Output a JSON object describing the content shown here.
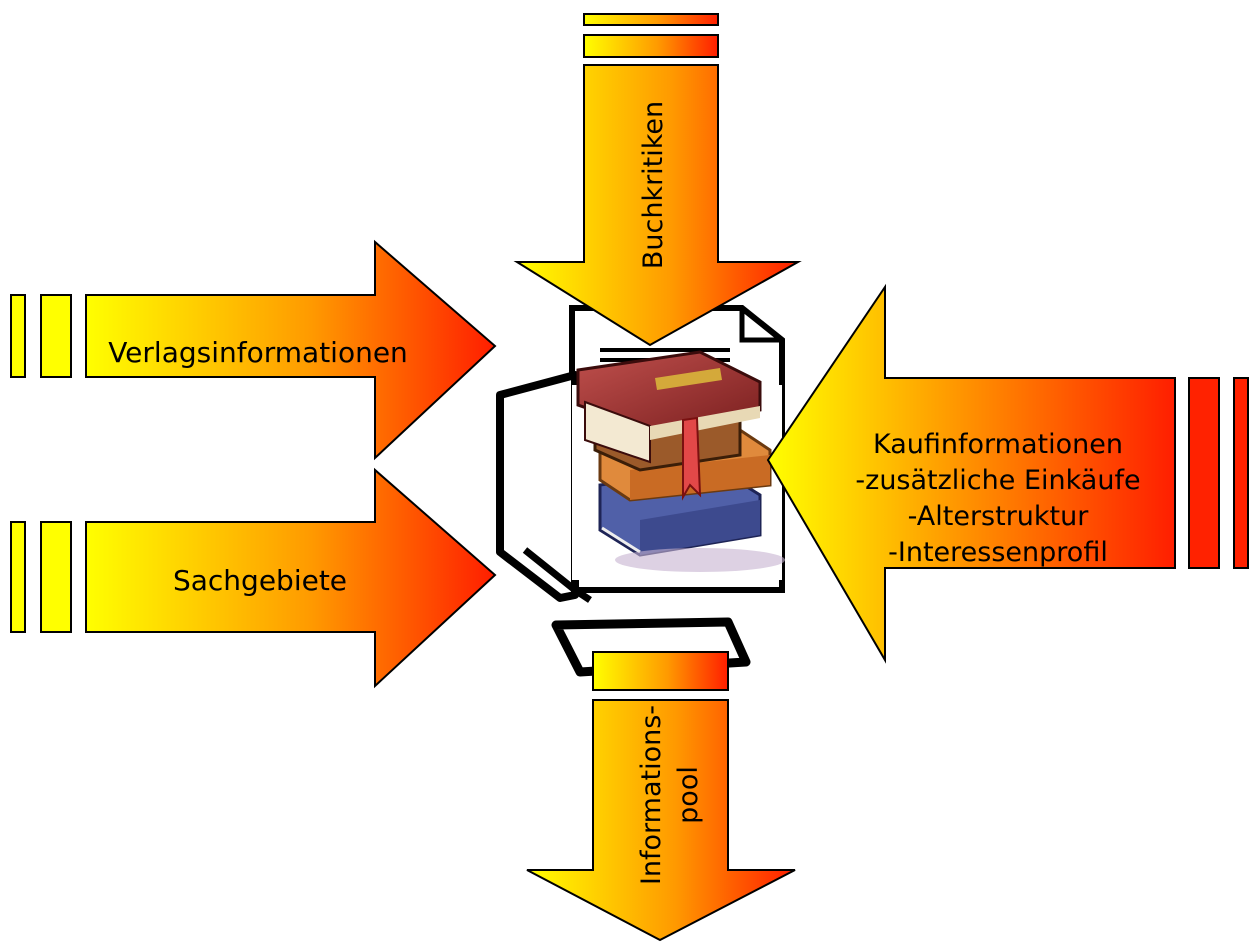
{
  "diagram": {
    "inputs": {
      "verlag": {
        "label": "Verlagsinformationen"
      },
      "sachgebiete": {
        "label": "Sachgebiete"
      },
      "buchkritiken": {
        "label": "Buchkritiken"
      },
      "kauf": {
        "lines": [
          "Kaufinformationen",
          "-zusätzliche Einkäufe",
          "-Alterstruktur",
          "-Interessenprofil"
        ]
      }
    },
    "output": {
      "lines": [
        "Informations-",
        "pool"
      ]
    },
    "center": {
      "icon": "books-and-computer-icon"
    },
    "colors": {
      "yellow": "#FFFF00",
      "orange": "#FF9900",
      "red": "#FF2200",
      "outline": "#000000"
    }
  }
}
